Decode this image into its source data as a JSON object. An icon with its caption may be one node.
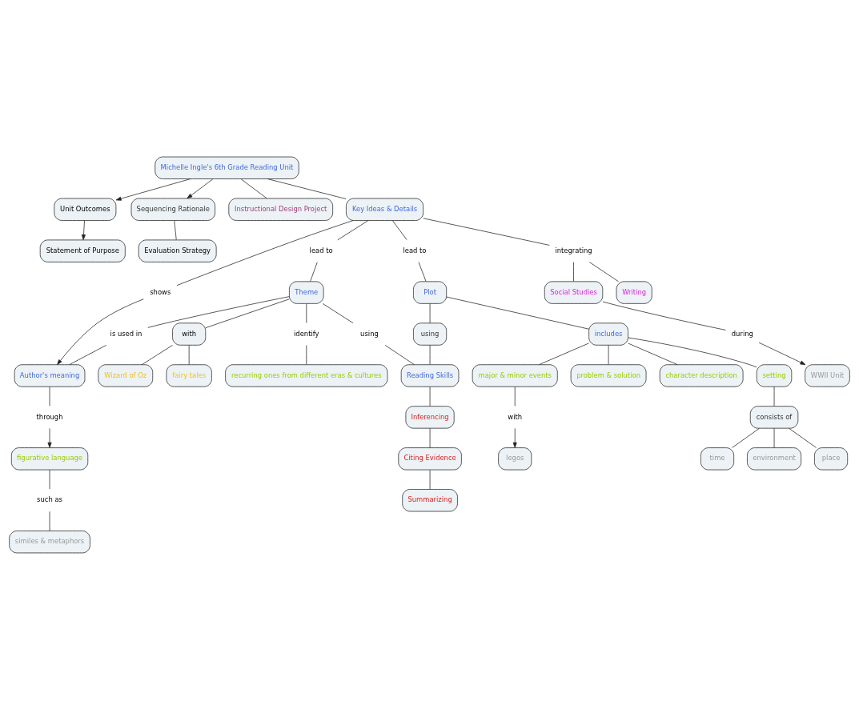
{
  "diagram": {
    "nodes": [
      {
        "text": [
          "Michelle Ingle's 6th Grade Reading Unit"
        ]
      },
      {
        "text": [
          "Unit Outcomes"
        ]
      },
      {
        "text": [
          "Statement of Purpose"
        ]
      },
      {
        "text": [
          "Sequencing Rationale"
        ]
      },
      {
        "text": [
          "Evaluation Strategy"
        ]
      },
      {
        "text": [
          "Instructional Design Project"
        ]
      },
      {
        "text": [
          "Key Ideas & Details"
        ]
      },
      {
        "text": [
          "shows"
        ]
      },
      {
        "text": [
          "Author's meaning"
        ]
      },
      {
        "text": [
          "through"
        ]
      },
      {
        "text": [
          "figurative language"
        ]
      },
      {
        "text": [
          "such as"
        ]
      },
      {
        "text": [
          "similes & metaphors"
        ]
      },
      {
        "text": [
          "integrating"
        ]
      },
      {
        "text": [
          "WWII Unit"
        ]
      },
      {
        "text": [
          "during"
        ]
      },
      {
        "text": [
          "Social Studies"
        ]
      },
      {
        "text": [
          "Writing"
        ]
      },
      {
        "text": [
          "lead to"
        ]
      },
      {
        "text": [
          "is used in"
        ]
      },
      {
        "text": [
          "lead to"
        ]
      },
      {
        "text": [
          "Theme"
        ]
      },
      {
        "text": [
          "with"
        ]
      },
      {
        "text": [
          "Wizard of Oz"
        ]
      },
      {
        "text": [
          "fairy tales"
        ]
      },
      {
        "text": [
          "identify"
        ]
      },
      {
        "text": [
          "recurring ones from different eras & cultures"
        ]
      },
      {
        "text": [
          "using"
        ]
      },
      {
        "text": [
          "using"
        ]
      },
      {
        "text": [
          "Reading Skills"
        ]
      },
      {
        "text": [
          "Plot"
        ]
      },
      {
        "text": [
          "includes"
        ]
      },
      {
        "text": [
          "with"
        ]
      },
      {
        "text": [
          "legos"
        ]
      },
      {
        "text": [
          "major & minor events"
        ]
      },
      {
        "text": [
          "problem & solution"
        ]
      },
      {
        "text": [
          "character description"
        ]
      },
      {
        "text": [
          "setting"
        ]
      },
      {
        "text": [
          "consists of"
        ]
      },
      {
        "text": [
          "time"
        ]
      },
      {
        "text": [
          "environment"
        ]
      },
      {
        "text": [
          "place"
        ]
      },
      {
        "text": [
          "Inferencing"
        ]
      },
      {
        "text": [
          "Citing Evidence"
        ]
      },
      {
        "text": [
          "Summarizing"
        ]
      }
    ],
    "edges": [
      {
        "from": 0,
        "to": 1,
        "arrow": "to"
      },
      {
        "from": 1,
        "to": 2,
        "arrow": "to"
      },
      {
        "from": 0,
        "to": 3,
        "arrow": "to"
      },
      {
        "from": 3,
        "to": 4,
        "arrow": "none"
      },
      {
        "from": 0,
        "to": 5,
        "arrow": "none"
      },
      {
        "from": 0,
        "to": 6,
        "arrow": "none"
      },
      {
        "from": 6,
        "to": 7,
        "arrow": "none"
      },
      {
        "from": 7,
        "to": 8,
        "arrow": "to"
      },
      {
        "from": 8,
        "to": 9,
        "arrow": "none"
      },
      {
        "from": 9,
        "to": 10,
        "arrow": "to"
      },
      {
        "from": 10,
        "to": 11,
        "arrow": "none"
      },
      {
        "from": 11,
        "to": 12,
        "arrow": "none"
      },
      {
        "from": 6,
        "to": 13,
        "arrow": "none"
      },
      {
        "from": 13,
        "to": 16,
        "arrow": "none"
      },
      {
        "from": 13,
        "to": 17,
        "arrow": "none"
      },
      {
        "from": 16,
        "to": 15,
        "arrow": "none"
      },
      {
        "from": 15,
        "to": 14,
        "arrow": "to"
      },
      {
        "from": 6,
        "to": 18,
        "arrow": "none"
      },
      {
        "from": 18,
        "to": 21,
        "arrow": "none"
      },
      {
        "from": 21,
        "to": 19,
        "arrow": "none"
      },
      {
        "from": 19,
        "to": 8,
        "arrow": "none"
      },
      {
        "from": 6,
        "to": 20,
        "arrow": "none"
      },
      {
        "from": 20,
        "to": 30,
        "arrow": "none"
      },
      {
        "from": 21,
        "to": 22,
        "arrow": "none"
      },
      {
        "from": 22,
        "to": 23,
        "arrow": "none"
      },
      {
        "from": 22,
        "to": 24,
        "arrow": "none"
      },
      {
        "from": 21,
        "to": 25,
        "arrow": "none"
      },
      {
        "from": 25,
        "to": 26,
        "arrow": "none"
      },
      {
        "from": 21,
        "to": 27,
        "arrow": "none"
      },
      {
        "from": 27,
        "to": 29,
        "arrow": "none"
      },
      {
        "from": 30,
        "to": 28,
        "arrow": "none"
      },
      {
        "from": 28,
        "to": 29,
        "arrow": "none"
      },
      {
        "from": 30,
        "to": 31,
        "arrow": "none"
      },
      {
        "from": 31,
        "to": 34,
        "arrow": "none"
      },
      {
        "from": 34,
        "to": 32,
        "arrow": "none"
      },
      {
        "from": 32,
        "to": 33,
        "arrow": "to"
      },
      {
        "from": 31,
        "to": 35,
        "arrow": "none"
      },
      {
        "from": 31,
        "to": 36,
        "arrow": "none"
      },
      {
        "from": 31,
        "to": 37,
        "arrow": "none"
      },
      {
        "from": 37,
        "to": 38,
        "arrow": "none"
      },
      {
        "from": 38,
        "to": 39,
        "arrow": "none"
      },
      {
        "from": 38,
        "to": 40,
        "arrow": "none"
      },
      {
        "from": 38,
        "to": 41,
        "arrow": "none"
      },
      {
        "from": 29,
        "to": 42,
        "arrow": "none"
      },
      {
        "from": 42,
        "to": 43,
        "arrow": "none"
      },
      {
        "from": 43,
        "to": 44,
        "arrow": "none"
      }
    ]
  }
}
